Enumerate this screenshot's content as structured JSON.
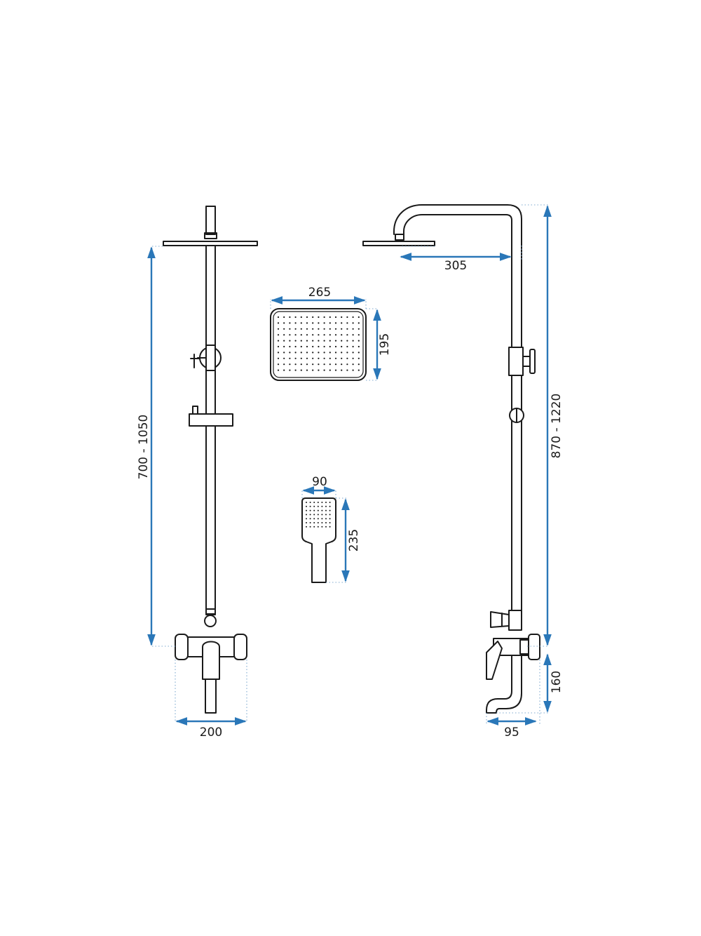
{
  "colors": {
    "outline": "#1a1a1a",
    "dimension": "#2a77b8",
    "extension": "#7fa9cf",
    "background": "#ffffff"
  },
  "dimensions": {
    "front_height": "700 - 1050",
    "front_width": "200",
    "head_width": "265",
    "head_depth": "195",
    "hand_width": "90",
    "hand_length": "235",
    "arm_reach": "305",
    "side_height": "870 - 1220",
    "spout_height": "160",
    "spout_depth": "95"
  }
}
